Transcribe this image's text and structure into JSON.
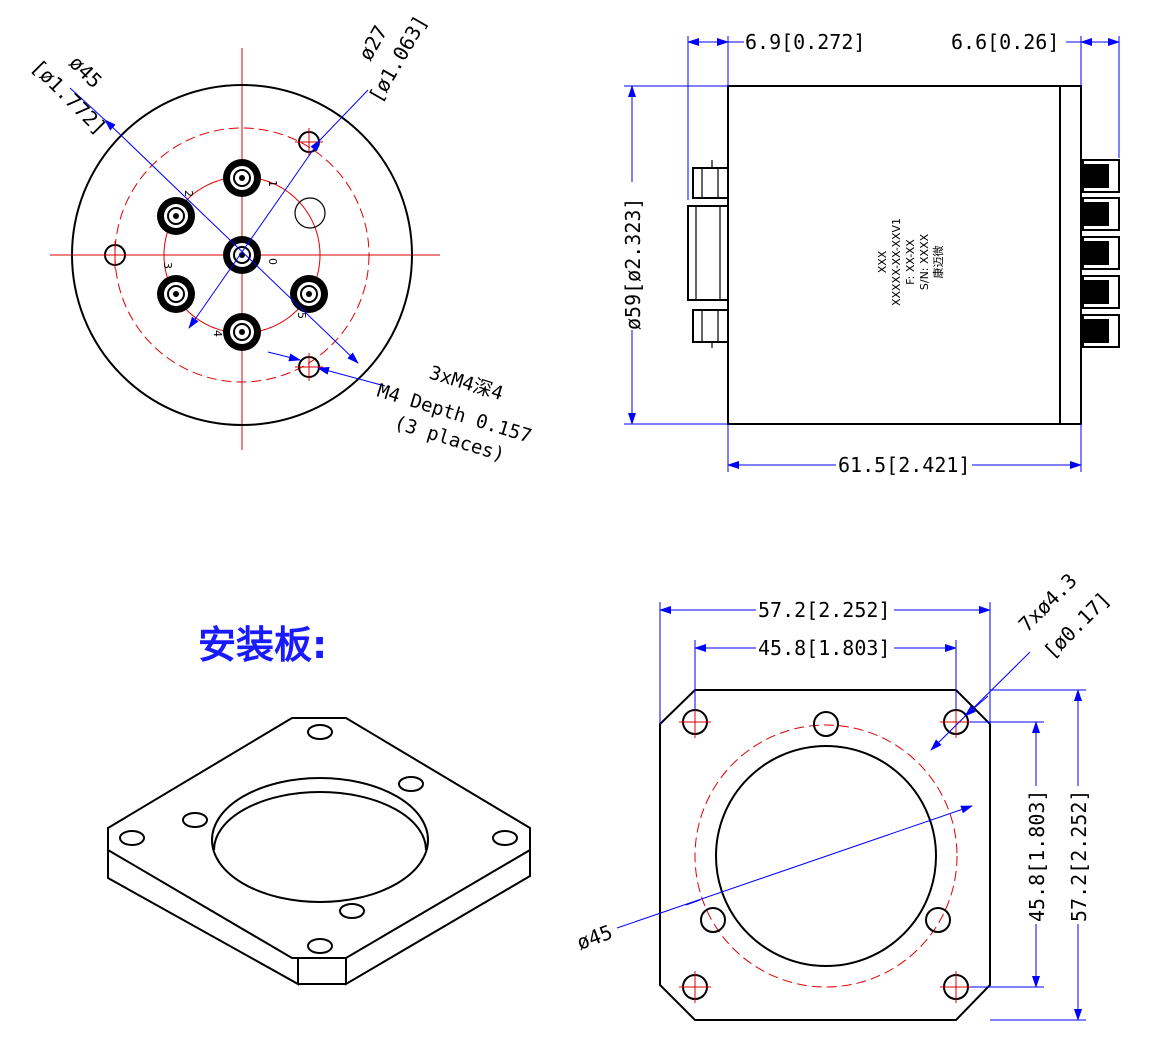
{
  "front_view": {
    "dim_outer": {
      "main": "ø45",
      "sub": "[ø1.772]"
    },
    "dim_pcd": {
      "main": "ø27",
      "sub": "[ø1.063]"
    },
    "port_numbers": [
      "0",
      "1",
      "2",
      "3",
      "4",
      "5"
    ],
    "hole_note": {
      "line1": "3xM4深4",
      "line2": "M4 Depth 0.157",
      "line3": "(3 places)"
    }
  },
  "side_view": {
    "dim_flange": "6.9[0.272]",
    "dim_cap": "6.6[0.26]",
    "dim_diameter": "ø59[ø2.323]",
    "dim_length": "61.5[2.421]",
    "plate_text": [
      "XXX",
      "XXXXX-XX-XXV1",
      "F: XX-XX",
      "S/N: XXXX",
      "康迈微"
    ]
  },
  "mount_plate": {
    "title": "安装板:",
    "dim_width_outer": "57.2[2.252]",
    "dim_width_inner": "45.8[1.803]",
    "dim_height_inner": "45.8[1.803]",
    "dim_height_outer": "57.2[2.252]",
    "dim_holes": {
      "main": "7xø4.3",
      "sub": "[ø0.17]"
    },
    "dim_bore": "ø45"
  },
  "colors": {
    "outline": "#000000",
    "centerline": "#e00000",
    "dimension": "#0000ff",
    "title": "#1a1aff"
  }
}
